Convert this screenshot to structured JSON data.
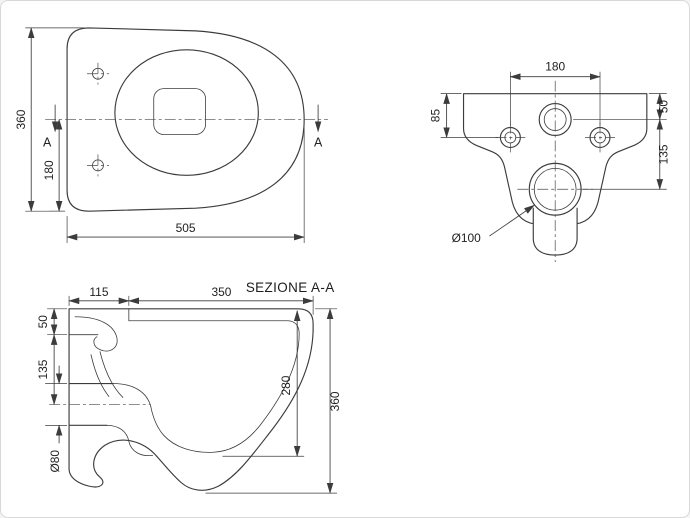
{
  "drawing": {
    "colors": {
      "line": "#3c3c3c",
      "background": "#ffffff",
      "frame_border": "#d8d8d8"
    },
    "top_view": {
      "dim_length": "505",
      "dim_width": "360",
      "dim_half_width": "180",
      "section_label": "A"
    },
    "rear_view": {
      "dim_hole_spacing": "180",
      "dim_top_to_holes": "85",
      "dim_top_to_inlet": "50",
      "dim_inlet_to_outlet": "135",
      "dim_outlet_diameter": "Ø100"
    },
    "section_view": {
      "title": "SEZIONE A-A",
      "dim_bracket_depth": "115",
      "dim_bowl_depth": "350",
      "dim_top_to_flange": "50",
      "dim_flange_to_outlet": "135",
      "dim_outlet_diameter": "Ø80",
      "dim_inner_height": "280",
      "dim_total_height": "360"
    }
  }
}
